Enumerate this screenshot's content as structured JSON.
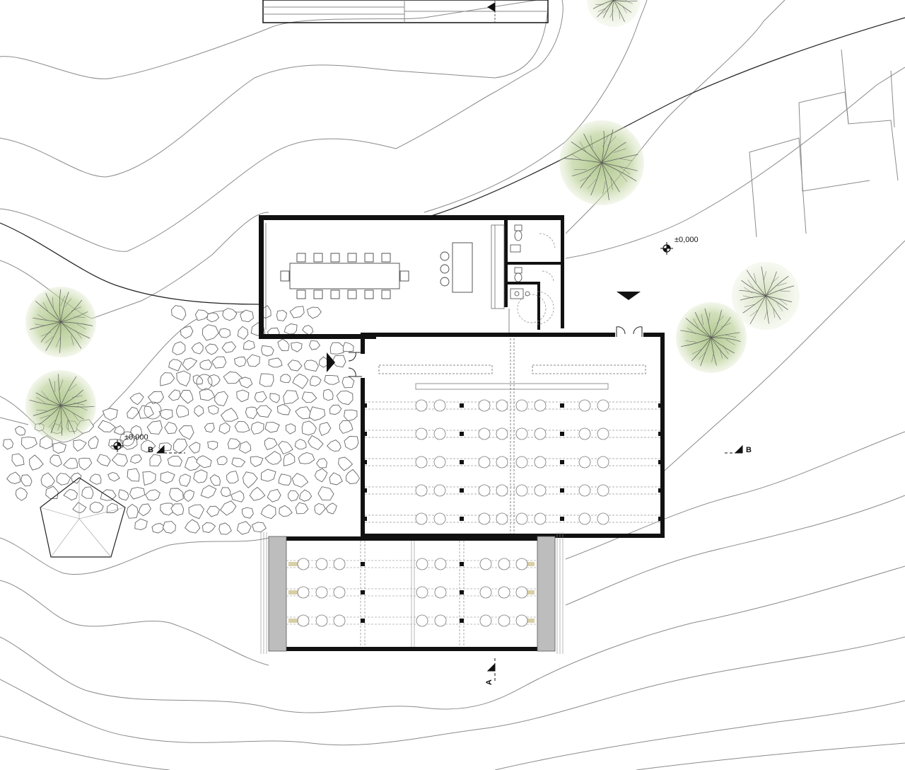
{
  "labels": {
    "elevation_east": "±0,000",
    "elevation_west": "±0,000",
    "section_b_west": "B",
    "section_b_east": "B",
    "section_a": "A"
  },
  "colors": {
    "wall": "#111111",
    "contour": "#777777",
    "tree_canopy": "#b9cf95",
    "tree_branches": "#555555",
    "bench_accent": "#d8cfa6"
  }
}
